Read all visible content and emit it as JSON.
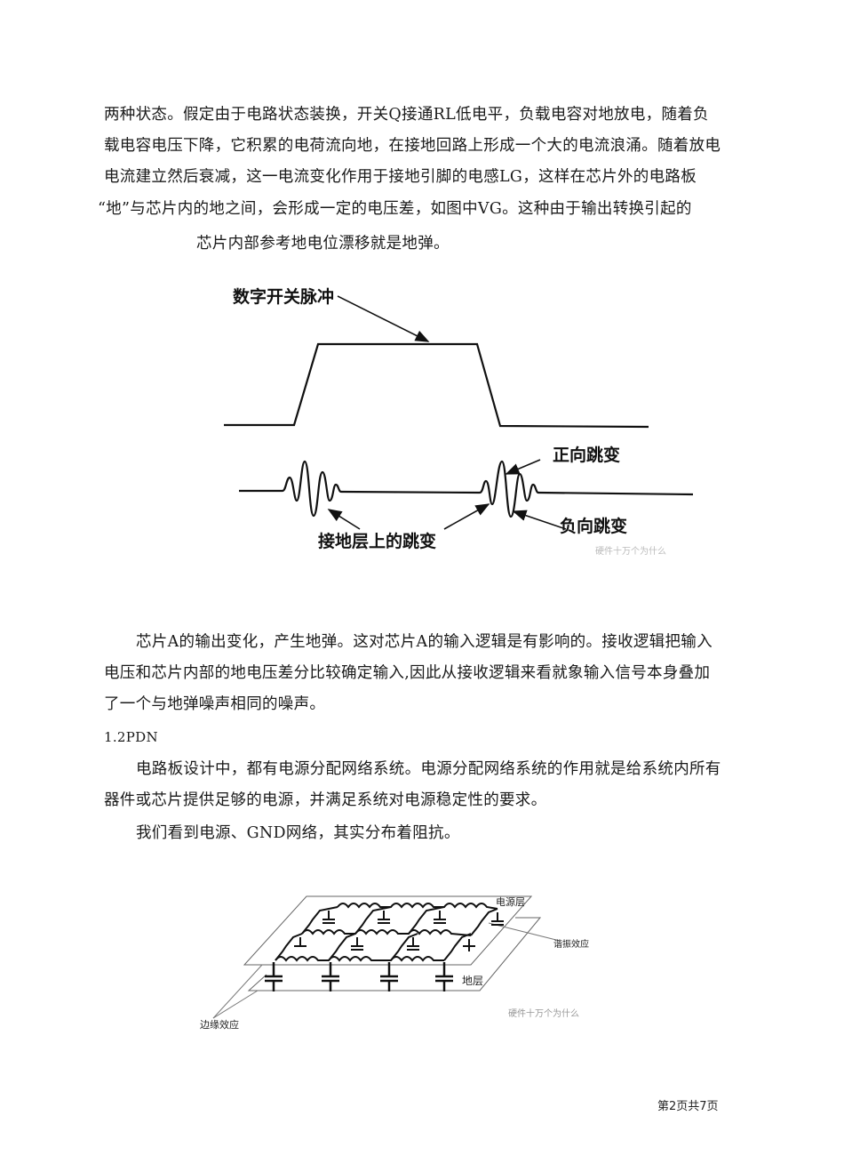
{
  "document": {
    "paragraph1": {
      "lines": [
        "两种状态。假定由于电路状态装换，开关Q接通RL低电平，负载电容对地放电，随着负",
        "载电容电压下降，它积累的电荷流向地，在接地回路上形成一个大的电流浪涌。随着放电",
        "电流建立然后衰减，这一电流变化作用于接地引脚的电感LG，这样在芯片外的电路板",
        "“地”与芯片内的地之间，会形成一定的电压差，如图中VG。这种由于输出转换引起的",
        "芯片内部参考地电位漂移就是地弹。"
      ]
    },
    "figure1": {
      "label_pulse": "数字开关脉冲",
      "label_positive": "正向跳变",
      "label_negative": "负向跳变",
      "label_ground": "接地层上的跳变",
      "watermark": "硬件十万个为什么"
    },
    "paragraph2": {
      "lines": [
        "芯片A的输出变化，产生地弹。这对芯片A的输入逻辑是有影响的。接收逻辑把输入",
        "电压和芯片内部的地电压差分比较确定输入,因此从接收逻辑来看就象输入信号本身叠加",
        "了一个与地弹噪声相同的噪声。"
      ]
    },
    "section_heading": "1.2PDN",
    "paragraph3": {
      "lines": [
        "电路板设计中，都有电源分配网络系统。电源分配网络系统的作用就是给系统内所有",
        "器件或芯片提供足够的电源，并满足系统对电源稳定性的要求。"
      ]
    },
    "paragraph4": {
      "lines": [
        "我们看到电源、GND网络，其实分布着阻抗。"
      ]
    },
    "figure2": {
      "label_power_layer": "电源层",
      "label_resonance": "谐振效应",
      "label_ground_layer": "地层",
      "label_edge": "边缘效应",
      "watermark": "硬件十万个为什么"
    },
    "footer": {
      "page_indicator": "第2页共7页"
    }
  }
}
